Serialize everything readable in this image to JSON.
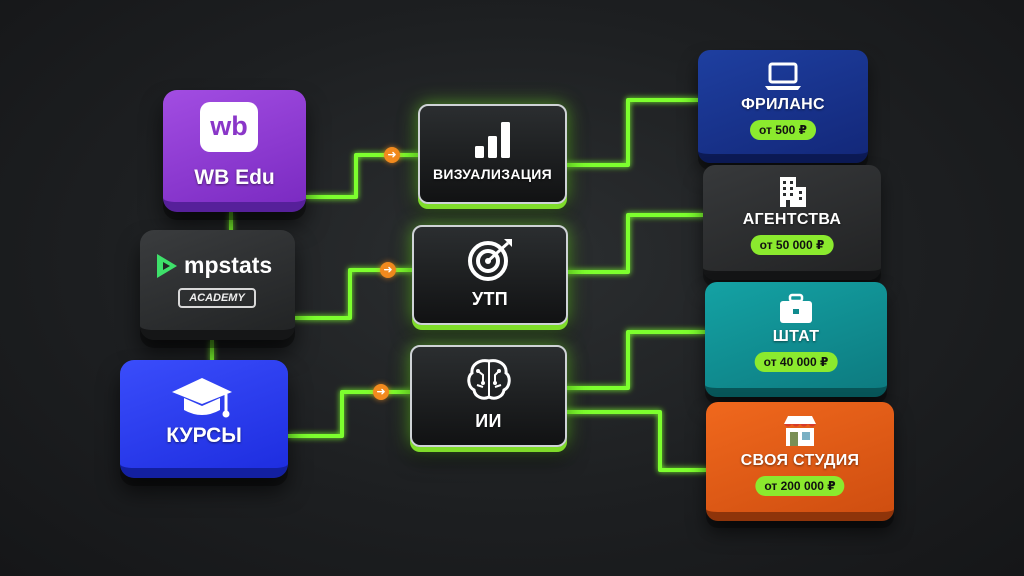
{
  "left": {
    "wb": {
      "logo_text": "wb",
      "label": "WB Edu",
      "color": "#8a36c8"
    },
    "mpstats": {
      "brand": "mpstats",
      "sub": "ACADEMY",
      "color": "#2b2d2f"
    },
    "kursy": {
      "label": "КУРСЫ",
      "icon": "graduation-cap-icon",
      "color": "#2b3cf0"
    }
  },
  "middle": [
    {
      "label": "ВИЗУАЛИЗАЦИЯ",
      "icon": "bar-chart-icon"
    },
    {
      "label": "УТП",
      "icon": "target-icon"
    },
    {
      "label": "ИИ",
      "icon": "brain-circuit-icon"
    }
  ],
  "right": [
    {
      "label": "ФРИЛАНС",
      "price": "от 500 ₽",
      "icon": "laptop-icon",
      "color": "#1a3590"
    },
    {
      "label": "АГЕНТСТВА",
      "price": "от 50 000 ₽",
      "icon": "building-icon",
      "color": "#2e3032"
    },
    {
      "label": "ШТАТ",
      "price": "от 40 000 ₽",
      "icon": "briefcase-icon",
      "color": "#119092"
    },
    {
      "label": "СВОЯ СТУДИЯ",
      "price": "от 200 000 ₽",
      "icon": "storefront-icon",
      "color": "#e35d16"
    }
  ],
  "colors": {
    "wire": "#7dff2e",
    "arrow": "#f28a1e",
    "price_pill": "#8bea2e",
    "background": "#1f2123"
  }
}
